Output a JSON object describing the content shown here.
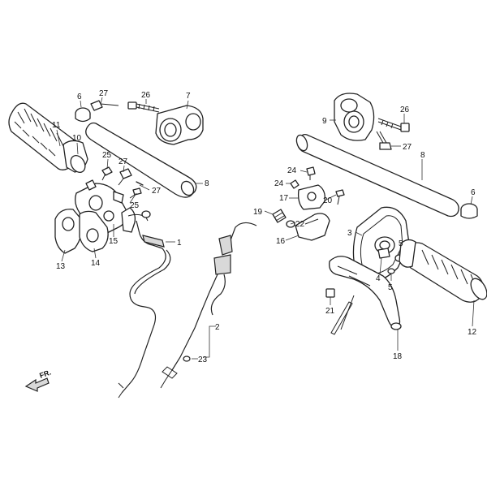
{
  "diagram": {
    "direction_marker": "FR.",
    "callouts": {
      "c1": "1",
      "c2": "2",
      "c3": "3",
      "c4": "4",
      "c5a": "5",
      "c5b": "5",
      "c6a": "6",
      "c6b": "6",
      "c7": "7",
      "c8a": "8",
      "c8b": "8",
      "c9": "9",
      "c10": "10",
      "c11": "11",
      "c12": "12",
      "c13": "13",
      "c14": "14",
      "c15": "15",
      "c16": "16",
      "c17": "17",
      "c18": "18",
      "c19": "19",
      "c20": "20",
      "c21": "21",
      "c22": "22",
      "c23": "23",
      "c24a": "24",
      "c24b": "24",
      "c25a": "25",
      "c25b": "25",
      "c26a": "26",
      "c26b": "26",
      "c27a": "27",
      "c27b": "27",
      "c27c": "27",
      "c27d": "27"
    }
  }
}
